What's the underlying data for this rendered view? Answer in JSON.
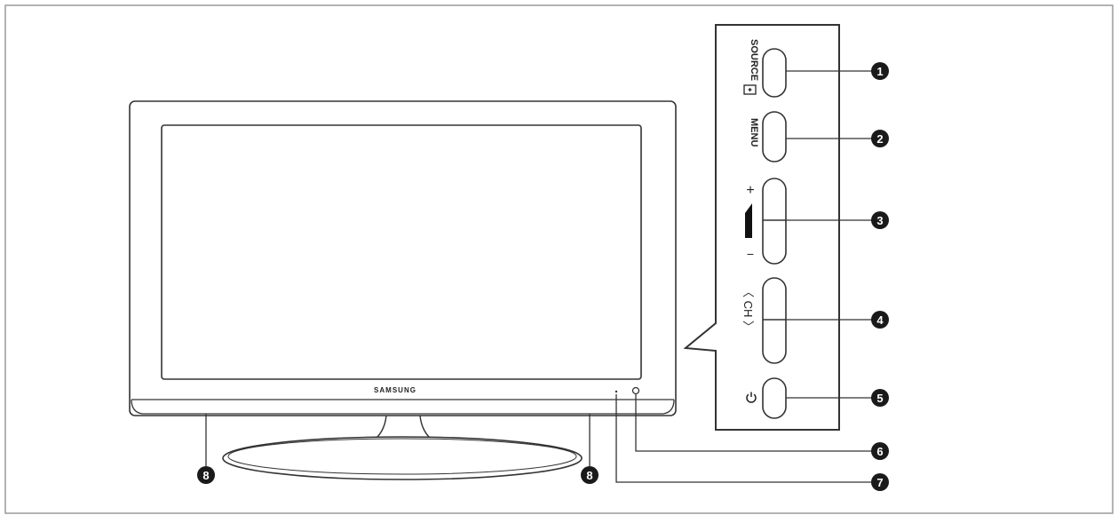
{
  "tv": {
    "brand": "SAMSUNG"
  },
  "panel": {
    "buttons": [
      {
        "label": "SOURCE",
        "icon": "source-input-icon"
      },
      {
        "label": "MENU"
      },
      {
        "plus": "+",
        "minus": "−",
        "icon": "volume-ramp-icon"
      },
      {
        "label": "〈 CH 〉"
      },
      {
        "icon": "power-icon"
      }
    ]
  },
  "callouts": [
    {
      "number": "1"
    },
    {
      "number": "2"
    },
    {
      "number": "3"
    },
    {
      "number": "4"
    },
    {
      "number": "5"
    },
    {
      "number": "6"
    },
    {
      "number": "7"
    },
    {
      "number": "8"
    },
    {
      "number": "8"
    }
  ],
  "colors": {
    "line": "#333333",
    "callout_fill": "#1a1a1a",
    "callout_text": "#ffffff",
    "border": "#888888"
  }
}
